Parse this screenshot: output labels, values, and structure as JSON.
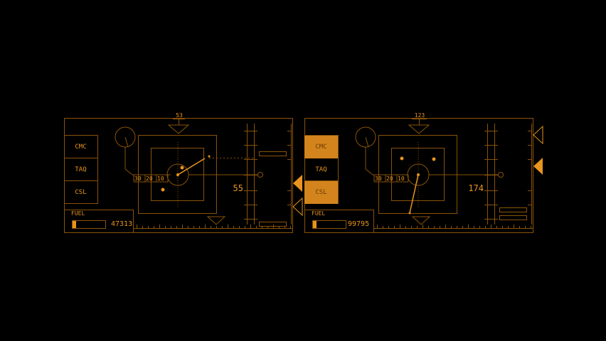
{
  "colors": {
    "accent": "#e8941e",
    "line": "#8a5209",
    "active_fill": "#d3841d",
    "background": "#000000"
  },
  "panels": [
    {
      "heading_value": "53",
      "buttons": [
        {
          "label": "CMC",
          "active": false
        },
        {
          "label": "TAQ",
          "active": false
        },
        {
          "label": "CSL",
          "active": false
        }
      ],
      "scale_labels": [
        "30",
        "20",
        "10"
      ],
      "readout": "55",
      "fuel_label": "FUEL",
      "fuel_value": "47313",
      "fuel_level": 0.1
    },
    {
      "heading_value": "123",
      "buttons": [
        {
          "label": "CMC",
          "active": true
        },
        {
          "label": "TAQ",
          "active": false
        },
        {
          "label": "CSL",
          "active": true
        }
      ],
      "scale_labels": [
        "30",
        "20",
        "10"
      ],
      "readout": "174",
      "fuel_label": "FUEL",
      "fuel_value": "99795",
      "fuel_level": 0.1
    }
  ],
  "side_markers": [
    {
      "icon": "triangle-left-filled-icon"
    },
    {
      "icon": "triangle-left-outline-icon"
    },
    {
      "icon": "triangle-left-outline-icon"
    },
    {
      "icon": "triangle-left-filled-icon"
    }
  ]
}
